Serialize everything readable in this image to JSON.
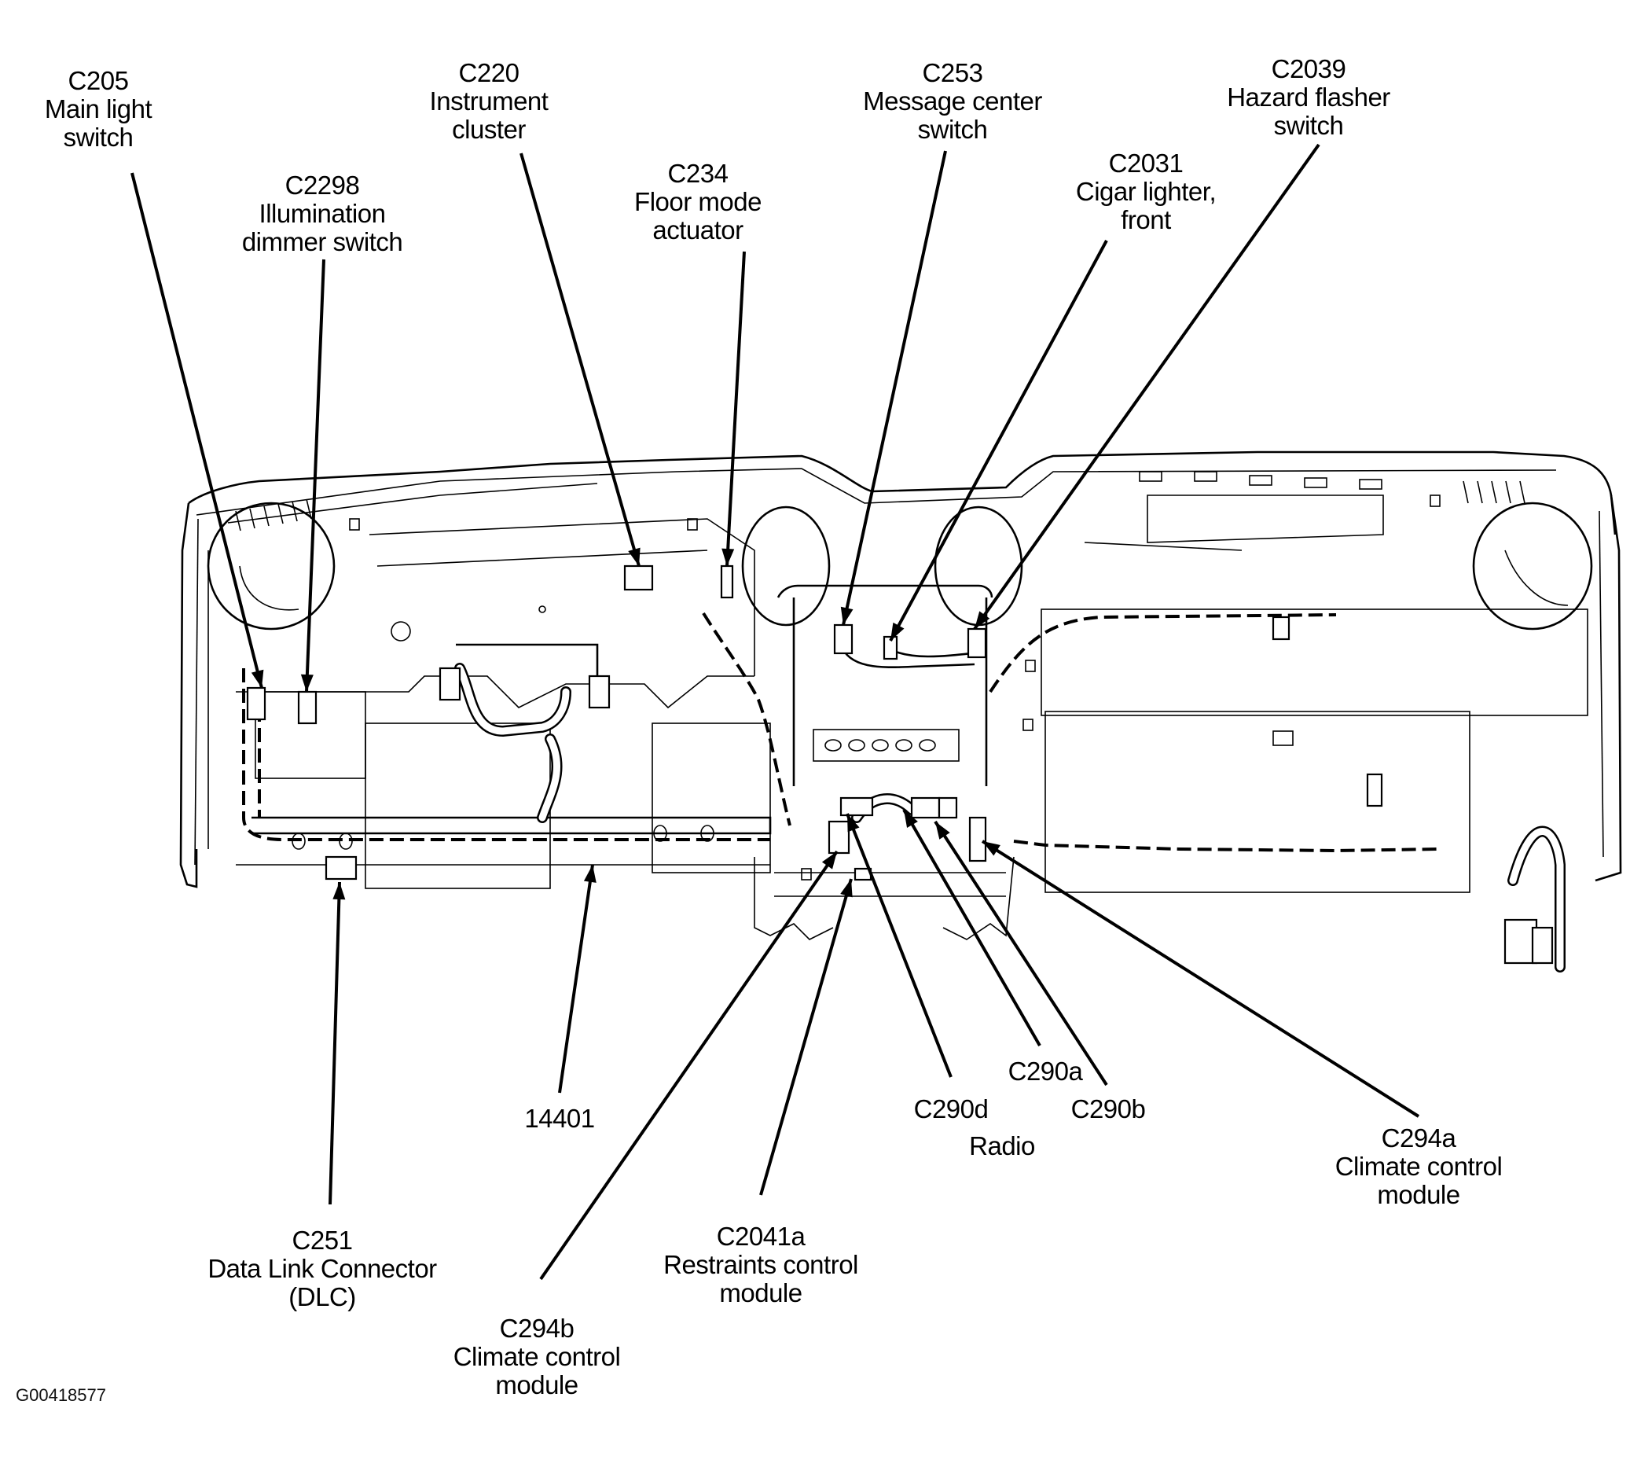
{
  "figure": {
    "id_label": "G00418577",
    "subject": "Instrument panel wiring harness connector locations"
  },
  "callouts": [
    {
      "key": "c205",
      "code": "C205",
      "desc": [
        "Main light",
        "switch"
      ]
    },
    {
      "key": "c2298",
      "code": "C2298",
      "desc": [
        "Illumination",
        "dimmer switch"
      ]
    },
    {
      "key": "c220",
      "code": "C220",
      "desc": [
        "Instrument",
        "cluster"
      ]
    },
    {
      "key": "c234",
      "code": "C234",
      "desc": [
        "Floor mode",
        "actuator"
      ]
    },
    {
      "key": "c253",
      "code": "C253",
      "desc": [
        "Message center",
        "switch"
      ]
    },
    {
      "key": "c2031",
      "code": "C2031",
      "desc": [
        "Cigar lighter,",
        "front"
      ]
    },
    {
      "key": "c2039",
      "code": "C2039",
      "desc": [
        "Hazard flasher",
        "switch"
      ]
    },
    {
      "key": "c251",
      "code": "C251",
      "desc": [
        "Data Link Connector",
        "(DLC)"
      ]
    },
    {
      "key": "h14401",
      "code": "14401",
      "desc": []
    },
    {
      "key": "c294b",
      "code": "C294b",
      "desc": [
        "Climate control",
        "module"
      ]
    },
    {
      "key": "c2041a",
      "code": "C2041a",
      "desc": [
        "Restraints control",
        "module"
      ]
    },
    {
      "key": "c290d",
      "code": "C290d",
      "desc": []
    },
    {
      "key": "c290a",
      "code": "C290a",
      "desc": []
    },
    {
      "key": "c290b",
      "code": "C290b",
      "desc": []
    },
    {
      "key": "radio",
      "code": "Radio",
      "desc": []
    },
    {
      "key": "c294a",
      "code": "C294a",
      "desc": [
        "Climate control",
        "module"
      ]
    }
  ]
}
